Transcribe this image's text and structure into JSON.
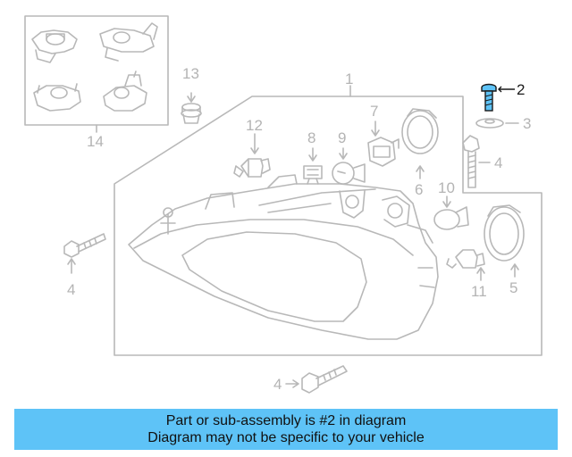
{
  "diagram": {
    "highlight_part": "2",
    "colors": {
      "line": "#b8b8b8",
      "highlight_fill": "#5ec3f7",
      "highlight_stroke": "#1a1a1a",
      "banner_bg": "#5ec3f7"
    },
    "callouts": {
      "c1": "1",
      "c2": "2",
      "c3": "3",
      "c4a": "4",
      "c4b": "4",
      "c4c": "4",
      "c5": "5",
      "c6": "6",
      "c7": "7",
      "c8": "8",
      "c9": "9",
      "c10": "10",
      "c11": "11",
      "c12": "12",
      "c13": "13",
      "c14": "14"
    }
  },
  "banner": {
    "line1": "Part or sub-assembly is #2 in diagram",
    "line2": "Diagram may not be specific to your vehicle"
  }
}
